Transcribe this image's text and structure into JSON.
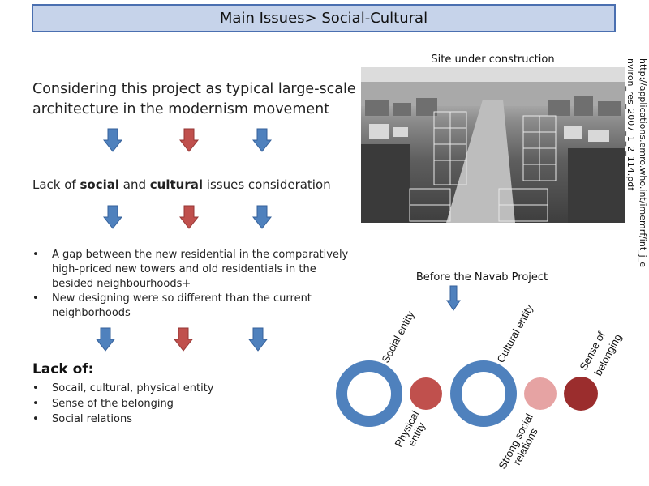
{
  "title": "Main Issues> Social-Cultural",
  "intro": {
    "line1": "Considering this project as typical large-scale",
    "line2": "architecture in the modernism movement"
  },
  "lack_consideration": {
    "prefix": "Lack of ",
    "social": "social",
    "and": " and ",
    "cultural": "cultural",
    "suffix": " issues consideration"
  },
  "bullets": [
    "A gap between the new residential in the comparatively high-priced new towers and old residentials in the besided neighbourhoods+",
    "New designing were so different than the current neighborhoods"
  ],
  "lack_of": {
    "title": "Lack of:",
    "items": [
      "Socail, cultural, physical entity",
      "Sense of the belonging",
      "Social relations"
    ]
  },
  "bullet_char": "•",
  "photo": {
    "caption": "Site under construction",
    "url": "http://applications.emro.who.int/imemrf/int_j_environ_res_2007_1_2_114.pdf"
  },
  "diagram": {
    "before_label": "Before the Navab Project",
    "labels": {
      "social_entity": "Social entity",
      "cultural_entity": "Cultural entity",
      "sense_belonging_1": "Sense of",
      "sense_belonging_2": "belonging",
      "physical_1": "Physical",
      "physical_2": "entity",
      "strong_1": "Strong social",
      "strong_2": "relations"
    }
  },
  "colors": {
    "blue_arrow": "#4f81bd",
    "red_arrow": "#c0504d",
    "ring_blue": "#4f81bd",
    "circle_red": "#c0504d",
    "circle_pink": "#e6a3a3",
    "circle_dark_red": "#9b2d2d",
    "title_bg": "#c6d3ea"
  }
}
